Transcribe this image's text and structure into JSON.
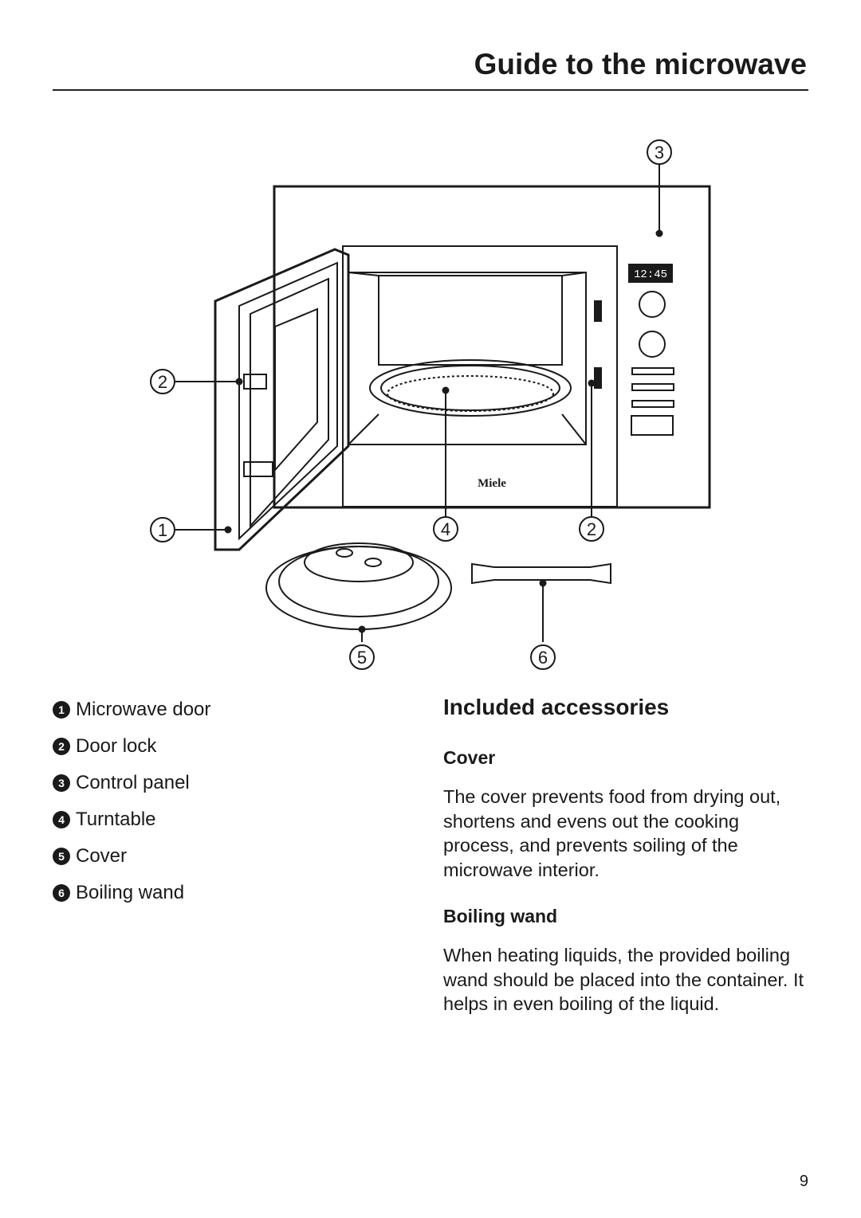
{
  "page": {
    "title": "Guide to the microwave",
    "page_number": "9"
  },
  "figure": {
    "callout_numbers": [
      "1",
      "2",
      "3",
      "4",
      "2",
      "5",
      "6"
    ],
    "clock_display": "12:45",
    "brand_logo": "Miele"
  },
  "legend": {
    "items": [
      {
        "num": "1",
        "label": "Microwave door"
      },
      {
        "num": "2",
        "label": "Door lock"
      },
      {
        "num": "3",
        "label": "Control panel"
      },
      {
        "num": "4",
        "label": "Turntable"
      },
      {
        "num": "5",
        "label": "Cover"
      },
      {
        "num": "6",
        "label": "Boiling wand"
      }
    ]
  },
  "accessories": {
    "heading": "Included accessories",
    "cover": {
      "heading": "Cover",
      "text": "The cover prevents food from drying out, shortens and evens out the cooking process, and prevents soiling of the microwave interior."
    },
    "wand": {
      "heading": "Boiling wand",
      "text": "When heating liquids, the provided boiling wand should be placed into the container. It helps in even boiling of the liquid."
    }
  }
}
